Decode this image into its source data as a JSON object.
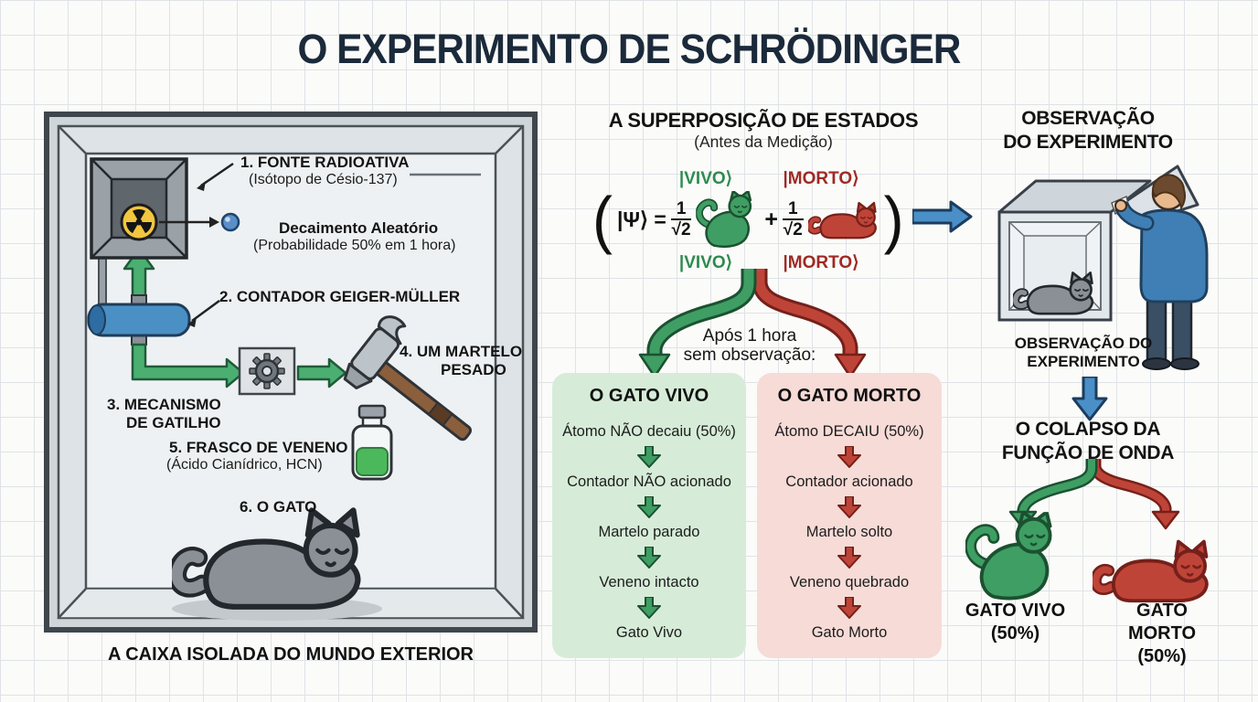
{
  "title": "O EXPERIMENTO DE SCHRÖDINGER",
  "box": {
    "label1_line1": "1. FONTE RADIOATIVA",
    "label1_line2": "(Isótopo de Césio-137)",
    "decay_line1": "Decaimento Aleatório",
    "decay_line2": "(Probabilidade 50% em 1 hora)",
    "label2": "2. CONTADOR GEIGER-MÜLLER",
    "label3_line1": "3. MECANISMO",
    "label3_line2": "DE GATILHO",
    "label4_line1": "4. UM MARTELO",
    "label4_line2": "PESADO",
    "label5_line1": "5. FRASCO DE VENENO",
    "label5_line2": "(Ácido Cianídrico, HCN)",
    "label6": "6. O GATO",
    "caption": "A CAIXA ISOLADA DO MUNDO EXTERIOR"
  },
  "superposition": {
    "heading": "A SUPERPOSIÇÃO DE ESTADOS",
    "subheading": "(Antes da Medição)",
    "ket_alive": "|VIVO⟩",
    "ket_dead": "|MORTO⟩",
    "paren_open": "(",
    "paren_close": ")",
    "psi": "|Ψ⟩ =",
    "frac_num": "1",
    "frac_den": "√2",
    "plus": "+",
    "note_line1": "Após 1 hora",
    "note_line2": "sem observação:"
  },
  "alive_panel": {
    "title": "O GATO VIVO",
    "steps": [
      "Átomo NÃO decaiu (50%)",
      "Contador NÃO acionado",
      "Martelo parado",
      "Veneno intacto",
      "Gato Vivo"
    ]
  },
  "dead_panel": {
    "title": "O GATO MORTO",
    "steps": [
      "Átomo DECAIU (50%)",
      "Contador acionado",
      "Martelo solto",
      "Veneno quebrado",
      "Gato Morto"
    ]
  },
  "observation": {
    "heading_line1": "OBSERVAÇÃO",
    "heading_line2": "DO EXPERIMENTO",
    "caption_line1": "OBSERVAÇÃO DO",
    "caption_line2": "EXPERIMENTO",
    "collapse_line1": "O COLAPSO DA",
    "collapse_line2": "FUNÇÃO DE ONDA",
    "alive_label": "GATO VIVO",
    "alive_pct": "(50%)",
    "dead_label": "GATO MORTO",
    "dead_pct": "(50%)"
  },
  "colors": {
    "green": "#3f9e63",
    "green_dark": "#1b5130",
    "green_panel_bg": "#d6ecd8",
    "red": "#bf4438",
    "red_dark": "#75201a",
    "red_panel_bg": "#f6dbd7",
    "blue_arrow": "#4a8fc7",
    "title_navy": "#1b2a3a",
    "ket_green": "#2e8b4f",
    "ket_red": "#9e2a24",
    "cat_grey": "#8a9096",
    "radiation_yellow": "#f2c63f"
  },
  "icons": {
    "radiation": "☢",
    "gear": "⚙",
    "flow_arrow_down": "⬇",
    "flow_arrow_right": "➡"
  }
}
